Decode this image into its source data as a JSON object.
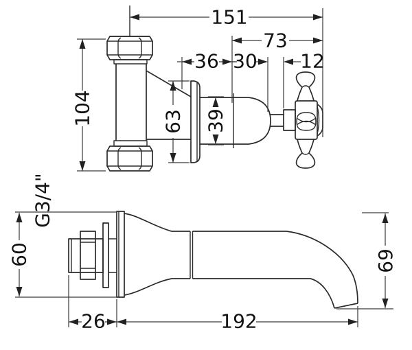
{
  "colors": {
    "line": "#2b2b2b",
    "dimension_line": "#3a3a3a",
    "text": "#111111",
    "background": "#ffffff"
  },
  "valve_view": {
    "dims": {
      "overall_width": "151",
      "body_projection": "73",
      "plate_offset": "36",
      "body_length": "30",
      "stem_length": "12",
      "tee_height": "104",
      "backplate_diameter": "63",
      "body_diameter": "39"
    }
  },
  "spout_view": {
    "dims": {
      "thread_size": "G3/4\"",
      "flange_diameter": "60",
      "thread_length": "26",
      "spout_reach": "192",
      "spout_drop": "69"
    }
  }
}
